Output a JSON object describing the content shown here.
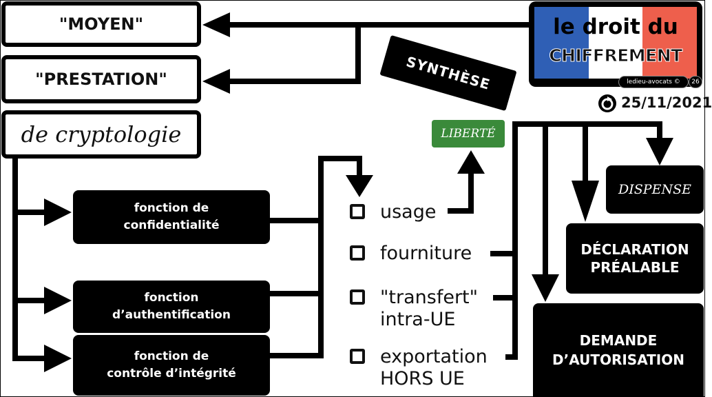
{
  "header": {
    "title_line1": "le droit du",
    "title_line2": "CHIFFREMENT",
    "credit": "ledieu-avocats © 2021",
    "slide_number": "26",
    "date": "25/11/2021",
    "flag_colors": {
      "blue": "#2f5fb5",
      "white": "#ffffff",
      "red": "#ee5f4c"
    }
  },
  "left_boxes": {
    "moyen": "\"MOYEN\"",
    "prestation": "\"PRESTATION\"",
    "cryptologie": "de cryptologie"
  },
  "functions": [
    {
      "line1": "fonction de",
      "line2": "confidentialité"
    },
    {
      "line1": "fonction",
      "line2": "d’authentification"
    },
    {
      "line1": "fonction de",
      "line2": "contrôle d’intégrité"
    }
  ],
  "badge": {
    "synthese": "SYNTHÈSE"
  },
  "liberte": {
    "label": "LIBERTÉ",
    "color": "#3a8a3a"
  },
  "operations": [
    {
      "line1": "usage",
      "line2": ""
    },
    {
      "line1": "fourniture",
      "line2": ""
    },
    {
      "line1": "\"transfert\"",
      "line2": "intra-UE"
    },
    {
      "line1": "exportation",
      "line2": "HORS UE"
    }
  ],
  "regimes": {
    "dispense": "DISPENSE",
    "declaration_line1": "DÉCLARATION",
    "declaration_line2": "PRÉALABLE",
    "autorisation_line1": "DEMANDE",
    "autorisation_line2": "D’AUTORISATION"
  }
}
